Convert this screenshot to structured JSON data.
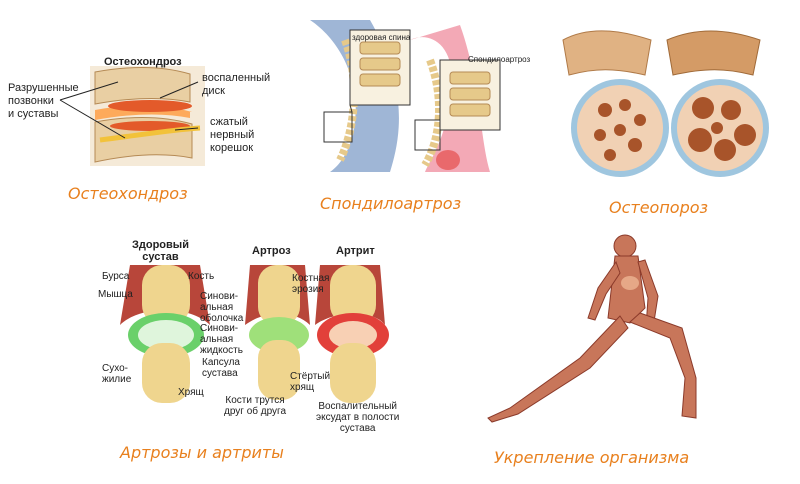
{
  "panels": {
    "osteochondrosis": {
      "caption": "Остеохондроз",
      "title": "Остеохондроз",
      "labels": {
        "destroyed": "Разрушенные\nпозвонки\nи суставы",
        "inflamed_disc": "воспаленный\nдиск",
        "compressed_root": "сжатый\nнервный\nкорешок"
      }
    },
    "spondyloarthrosis": {
      "caption": "Спондилоартроз",
      "labels": {
        "healthy_spine": "здоровая спина",
        "spondyloarthrosis": "Спондилоартроз"
      }
    },
    "osteoporosis": {
      "caption": "Остеопороз"
    },
    "arthrosis": {
      "caption": "Артрозы и артриты",
      "headers": {
        "healthy": "Здоровый\nсустав",
        "arthrosis": "Артроз",
        "arthritis": "Артрит"
      },
      "labels": {
        "bursa": "Бурса",
        "muscle": "Мышца",
        "tendon": "Сухо-\nжилие",
        "bone": "Кость",
        "synovial_membrane": "Синови-\nальная\nоболочка",
        "synovial_fluid": "Синови-\nальная\nжидкость",
        "capsule": "Капсула\nсустава",
        "cartilage": "Хрящ",
        "bones_rub": "Кости трутся\nдруг об друга",
        "worn_cartilage": "Стёртый\nхрящ",
        "bone_erosion": "Костная\nэрозия",
        "exudate": "Воспалительный\nэксудат в полости\nсустава"
      }
    },
    "strengthening": {
      "caption": "Укрепление организма"
    }
  },
  "colors": {
    "caption": "#e8801e",
    "bone": "#efd58e",
    "cartilage_green": "#6ad06a",
    "inflamed_red": "#e2403a",
    "muscle": "#b8463a",
    "spine_blue": "#9fb6d6",
    "porous": "#a8542a"
  }
}
